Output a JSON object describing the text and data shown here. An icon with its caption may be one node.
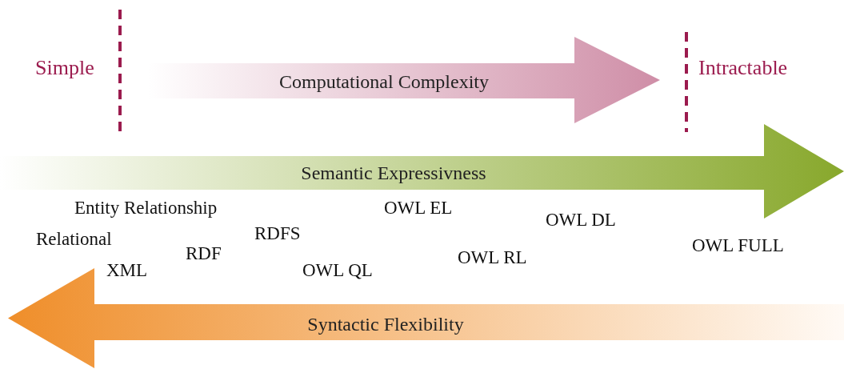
{
  "diagram": {
    "nodes": [
      {
        "text": [
          "Computational Complexity"
        ]
      },
      {
        "text": [
          "Semantic Expressivness"
        ]
      },
      {
        "text": [
          "Syntactic Flexibility"
        ]
      }
    ],
    "labels": [
      "Simple",
      "Intractable",
      "Entity Relationship",
      "OWL EL",
      "OWL DL",
      "Relational",
      "RDFS",
      "RDF",
      "OWL FULL",
      "OWL RL",
      "XML",
      "OWL QL"
    ]
  }
}
